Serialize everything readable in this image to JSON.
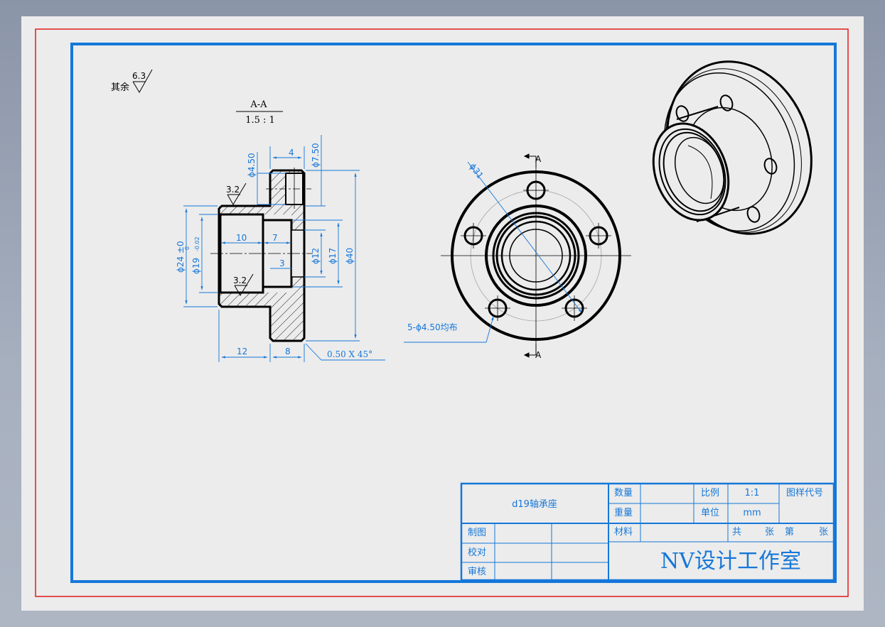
{
  "colors": {
    "paper": "#ececec",
    "outer_border": "#e01b1b",
    "inner_border": "#1577d9",
    "dim": "#1577d9",
    "geometry": "#000000"
  },
  "roughness_note": {
    "prefix": "其余",
    "value": "6.3"
  },
  "section_label": {
    "name": "A-A",
    "scale": "1.5 : 1"
  },
  "section_view": {
    "dims": {
      "d4_50": "ϕ4.50",
      "w4": "4",
      "d7_50": "ϕ7.50",
      "rough_top": "3.2",
      "rough_bottom": "3.2",
      "d24": "ϕ24 ±0",
      "d19": "ϕ19",
      "d19_tol_upper": "0",
      "d19_tol_lower": "-0.02",
      "len10": "10",
      "len7": "7",
      "len3": "3",
      "d12": "ϕ12",
      "d17": "ϕ17",
      "d40": "ϕ40",
      "len12": "12",
      "len8": "8",
      "chamfer": "0.50 X 45°"
    }
  },
  "front_view": {
    "dia_callout": "ϕ31",
    "holes_callout": "5-ϕ4.50均布",
    "section_marker": "A"
  },
  "title_block": {
    "part_name": "d19轴承座",
    "qty_label": "数量",
    "weight_label": "重量",
    "material_label": "材料",
    "scale_label": "比例",
    "scale_value": "1:1",
    "unit_label": "单位",
    "unit_value": "mm",
    "drawing_code_label": "图样代号",
    "sheets_total": "共",
    "sheets_unit1": "张",
    "sheets_current": "第",
    "sheets_unit2": "张",
    "drawn_label": "制图",
    "checked_label": "校对",
    "approved_label": "审核",
    "studio": "NV设计工作室"
  }
}
